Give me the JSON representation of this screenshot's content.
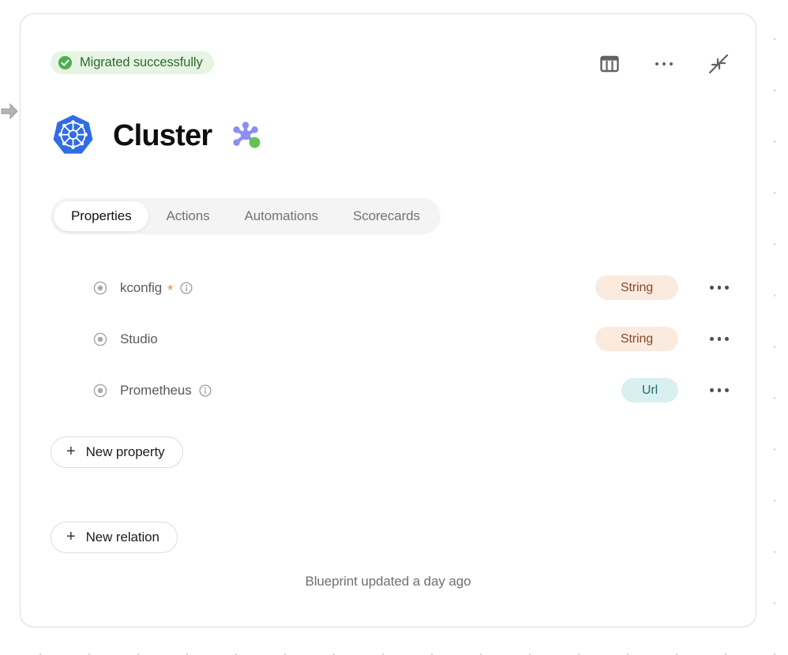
{
  "status": {
    "label": "Migrated successfully",
    "icon": "check-circle-icon",
    "bg_color": "#e7f4e4",
    "text_color": "#2c6b2f"
  },
  "header_actions": [
    {
      "name": "table-view-icon",
      "label": "Table view"
    },
    {
      "name": "more-options-icon",
      "label": "More options"
    },
    {
      "name": "collapse-icon",
      "label": "Collapse"
    }
  ],
  "title": {
    "text": "Cluster",
    "logo_icon": "kubernetes-logo-icon",
    "graph_icon": "node-graph-icon",
    "graph_status_color": "#62c152",
    "graph_node_color": "#8a8ef5"
  },
  "tabs": [
    {
      "label": "Properties",
      "active": true
    },
    {
      "label": "Actions",
      "active": false
    },
    {
      "label": "Automations",
      "active": false
    },
    {
      "label": "Scorecards",
      "active": false
    }
  ],
  "properties": [
    {
      "name": "kconfig",
      "required": true,
      "required_marker": "*",
      "has_info": true,
      "type": "String",
      "type_style": "string"
    },
    {
      "name": "Studio",
      "required": false,
      "required_marker": "",
      "has_info": false,
      "type": "String",
      "type_style": "string"
    },
    {
      "name": "Prometheus",
      "required": false,
      "required_marker": "",
      "has_info": true,
      "type": "Url",
      "type_style": "url"
    }
  ],
  "buttons": {
    "new_property": "New property",
    "new_relation": "New relation",
    "plus": "+"
  },
  "footer": {
    "note": "Blueprint updated a day ago"
  },
  "colors": {
    "string_badge_bg": "#fbeade",
    "string_badge_text": "#86492a",
    "url_badge_bg": "#d9eff0",
    "url_badge_text": "#1f6f72",
    "required_star": "#ef8b3c",
    "kubernetes_blue": "#326ce5"
  }
}
